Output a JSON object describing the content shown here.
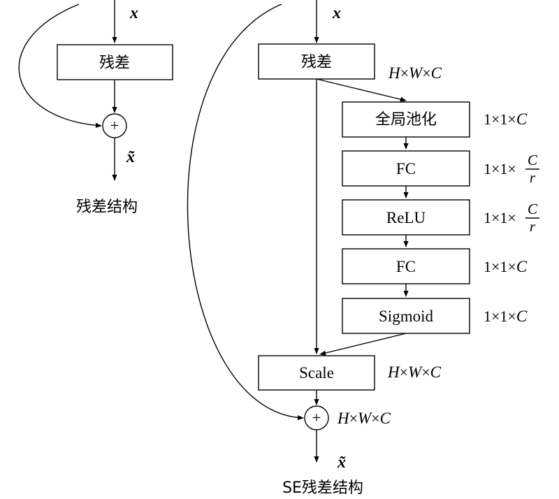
{
  "residual": {
    "input": "x",
    "block": "残差",
    "output": "x̃",
    "caption": "残差结构"
  },
  "se": {
    "input": "x",
    "residual_block": "残差",
    "residual_dim": {
      "a": "H",
      "b": "W",
      "c": "C"
    },
    "stages": [
      {
        "label": "全局池化",
        "dim_prefix": "1×1×",
        "dim_sym": "C",
        "dim_den": ""
      },
      {
        "label": "FC",
        "dim_prefix": "1×1×",
        "dim_sym": "C",
        "dim_den": "r"
      },
      {
        "label": "ReLU",
        "dim_prefix": "1×1×",
        "dim_sym": "C",
        "dim_den": "r"
      },
      {
        "label": "FC",
        "dim_prefix": "1×1×",
        "dim_sym": "C",
        "dim_den": ""
      },
      {
        "label": "Sigmoid",
        "dim_prefix": "1×1×",
        "dim_sym": "C",
        "dim_den": ""
      }
    ],
    "scale": "Scale",
    "scale_dim": {
      "a": "H",
      "b": "W",
      "c": "C"
    },
    "sum_dim": {
      "a": "H",
      "b": "W",
      "c": "C"
    },
    "output": "x̃",
    "caption": "SE残差结构"
  },
  "symbols": {
    "times": "×",
    "plus": "+"
  },
  "colors": {
    "stroke": "#000000",
    "background": "#ffffff"
  }
}
